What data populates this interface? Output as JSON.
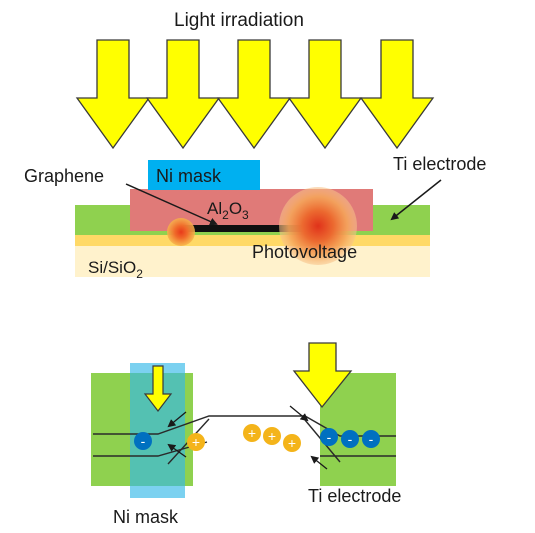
{
  "top": {
    "title": "Light irradiation",
    "ni_mask": "Ni mask",
    "graphene": "Graphene",
    "al2o3_main": "Al",
    "al2o3_sub1": "2",
    "al2o3_mid": "O",
    "al2o3_sub2": "3",
    "ti_electrode": "Ti electrode",
    "photovoltage": "Photovoltage",
    "substrate_main": "Si/SiO",
    "substrate_sub": "2"
  },
  "bottom": {
    "ni_mask": "Ni mask",
    "ti_electrode": "Ti electrode",
    "minus": "-",
    "plus": "+"
  },
  "colors": {
    "arrow_fill": "#ffff00",
    "electrode_green": "#8fd14f",
    "ni_mask_blue": "#00b0f0",
    "al2o3_pink": "#e07a78",
    "sio2_yellow": "#ffd966",
    "si_beige": "#fff2cc",
    "electron_blue": "#0070c0",
    "hole_orange": "#f4b41a"
  }
}
